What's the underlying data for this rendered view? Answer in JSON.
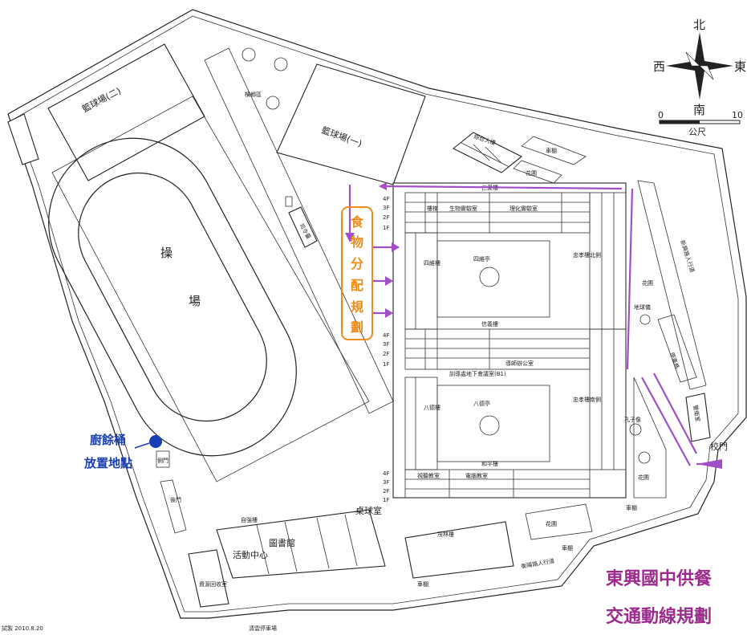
{
  "title": {
    "line1": "東興國中供餐",
    "line2": "交通動線規劃"
  },
  "compass": {
    "north": "北",
    "south": "南",
    "east": "東",
    "west": "西",
    "scale_zero": "0",
    "scale_end": "10",
    "scale_unit": "公尺"
  },
  "credit": "試製 2010.8.20",
  "areas": {
    "basketball_2": "籃球場(二)",
    "basketball_1": "籃球場(一)",
    "betel_area": "檳榔區",
    "track": "操",
    "track2": "場",
    "podium": "司令臺",
    "integrated_building": "綜合大樓",
    "shed_top": "車棚",
    "garden_top": "花圃",
    "building_top": "仁愛樓",
    "four_dim_pavilion": "四維亭",
    "eight_virtue_pavilion": "八德亭",
    "siwei_building": "四維樓",
    "bade_building": "八德樓",
    "xinyi_building": "信義樓",
    "heping_building": "和平樓",
    "zhongxiao_building": "忠孝樓北側",
    "zhongxiao_south": "忠孝樓南側",
    "garden_right": "花圃",
    "globe": "地球儀",
    "parking_right": "停車格",
    "guard_room": "警衛室",
    "confucius": "孔子像",
    "garden_gate": "花圃",
    "gate": "校門",
    "sidewalk_right": "新興路人行道",
    "sidewalk_bottom": "衡陽路人行道",
    "shed_bottom1": "車棚",
    "shed_bottom2": "車棚",
    "shed_bottom3": "車棚",
    "garden_bottom": "花圃",
    "activity_center": "活動中心",
    "library": "圖書館",
    "recycling": "資源回收室",
    "table_tennis": "桌球室",
    "ziqiang_building": "自強樓",
    "maoshi_building": "茂林樓",
    "parking_bottom": "清雲停車場",
    "side_gate": "後門",
    "sidegate_label": "側門",
    "guidance": "訓導處地下會議室(B1)",
    "office": "導師辦公室",
    "bio_lab": "生物實驗室",
    "chem_lab": "理化實驗室",
    "computer": "電腦教室",
    "audio": "視聽教室",
    "stair": "樓梯"
  },
  "floors": [
    "4F",
    "3F",
    "2F",
    "1F"
  ],
  "food_label": [
    "食",
    "物",
    "分",
    "配",
    "規",
    "劃"
  ],
  "bin_label": {
    "line1": "廚餘桶",
    "line2": "放置地點"
  },
  "colors": {
    "title": "#9c2c8c",
    "route": "#a04fc8",
    "food_box": "#ef8c1a",
    "bin": "#1a3fb5"
  }
}
